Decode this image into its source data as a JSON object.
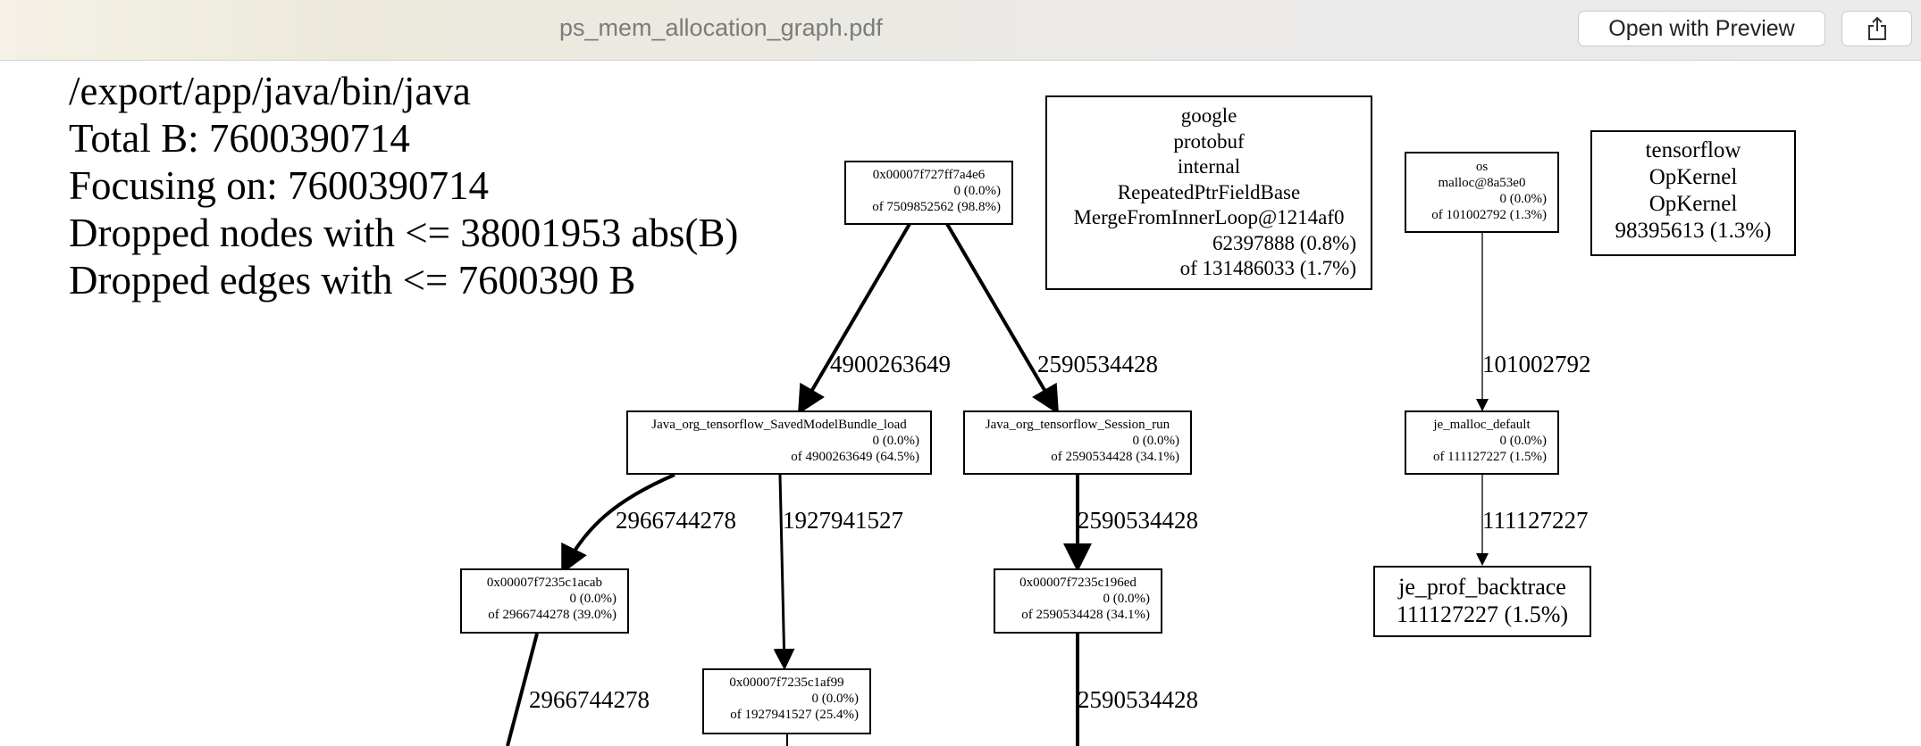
{
  "window": {
    "document_title": "ps_mem_allocation_graph.pdf",
    "open_with_label": "Open with Preview",
    "share_icon": "share-icon"
  },
  "graph": {
    "header_lines": [
      "/export/app/java/bin/java",
      "Total B: 7600390714",
      "Focusing on: 7600390714",
      "Dropped nodes with <= 38001953 abs(B)",
      "Dropped edges with <= 7600390 B"
    ],
    "nodes": {
      "root": [
        "0x00007f727ff7a4e6",
        "0 (0.0%)",
        "of 7509852562 (98.8%)"
      ],
      "protobuf": [
        "google",
        "protobuf",
        "internal",
        "RepeatedPtrFieldBase",
        "MergeFromInnerLoop@1214af0",
        "62397888 (0.8%)",
        "of 131486033 (1.7%)"
      ],
      "os_malloc": [
        "os",
        "malloc@8a53e0",
        "0 (0.0%)",
        "of 101002792 (1.3%)"
      ],
      "tf_opkernel": [
        "tensorflow",
        "OpKernel",
        "OpKernel",
        "98395613 (1.3%)"
      ],
      "saved_model": [
        "Java_org_tensorflow_SavedModelBundle_load",
        "0 (0.0%)",
        "of 4900263649 (64.5%)"
      ],
      "session_run": [
        "Java_org_tensorflow_Session_run",
        "0 (0.0%)",
        "of 2590534428 (34.1%)"
      ],
      "je_malloc": [
        "je_malloc_default",
        "0 (0.0%)",
        "of 111127227 (1.5%)"
      ],
      "n_c1acab": [
        "0x00007f7235c1acab",
        "0 (0.0%)",
        "of 2966744278 (39.0%)"
      ],
      "n_c196ed": [
        "0x00007f7235c196ed",
        "0 (0.0%)",
        "of 2590534428 (34.1%)"
      ],
      "je_prof": [
        "je_prof_backtrace",
        "111127227 (1.5%)"
      ],
      "n_c1af99": [
        "0x00007f7235c1af99",
        "0 (0.0%)",
        "of 1927941527 (25.4%)"
      ]
    },
    "edges": {
      "root_to_saved_model": "4900263649",
      "root_to_session_run": "2590534428",
      "os_malloc_to_je_malloc": "101002792",
      "saved_model_to_c1acab": "2966744278",
      "saved_model_to_c1af99": "1927941527",
      "session_run_to_c196ed": "2590534428",
      "je_malloc_to_je_prof": "111127227",
      "c1acab_down": "2966744278",
      "c196ed_down": "2590534428"
    }
  }
}
